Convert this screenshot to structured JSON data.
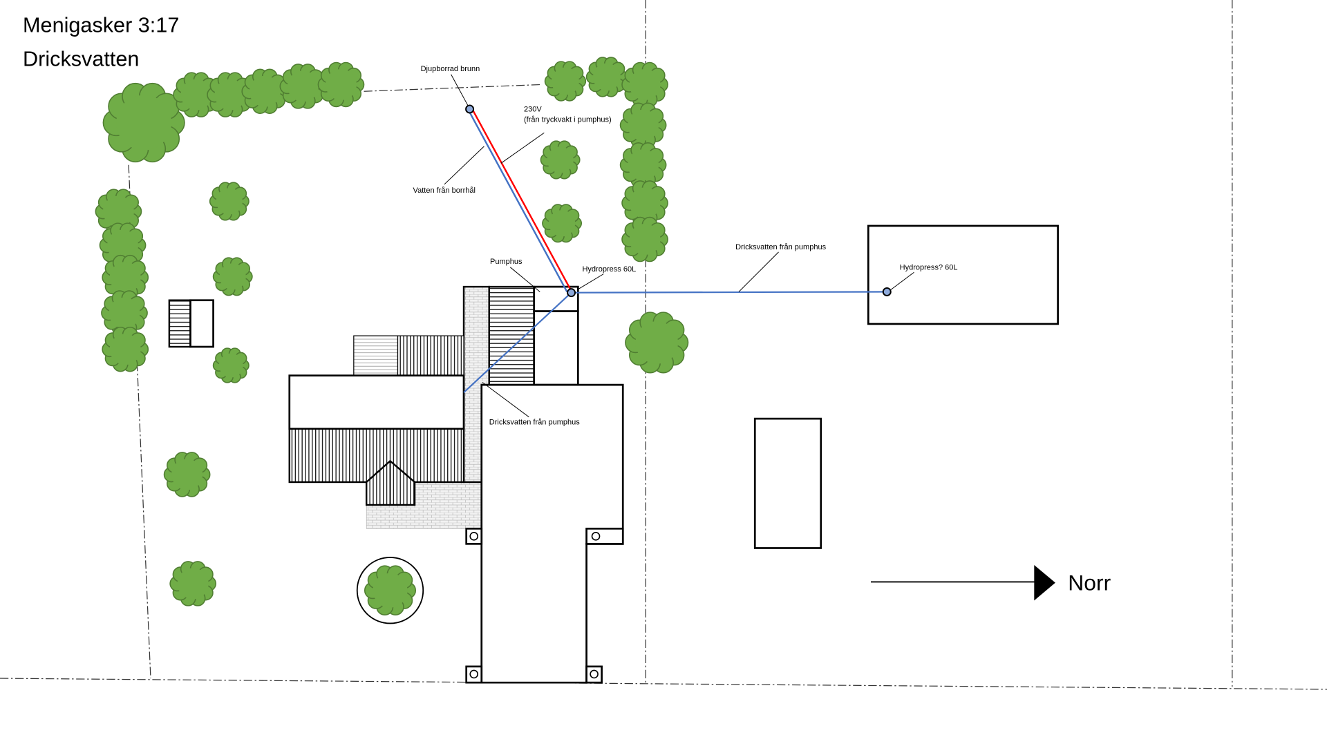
{
  "title": {
    "line1": "Menigasker 3:17",
    "line2": "Dricksvatten"
  },
  "labels": {
    "well": "Djupborrad brunn",
    "power_line1": "230V",
    "power_line2": "(från tryckvakt i pumphus)",
    "water_from_borehole": "Vatten från borrhål",
    "pumphouse": "Pumphus",
    "hydropress": "Hydropress 60L",
    "drinking_water_right": "Dricksvatten från pumphus",
    "hydropress_right": "Hydropress? 60L",
    "drinking_water_house": "Dricksvatten från pumphus"
  },
  "north_label": "Norr",
  "colors": {
    "tree_fill": "#70ad47",
    "tree_stroke": "#507e32",
    "water_pipe": "#4472c4",
    "power_line": "#ff0000",
    "node": "#8eaadb"
  }
}
